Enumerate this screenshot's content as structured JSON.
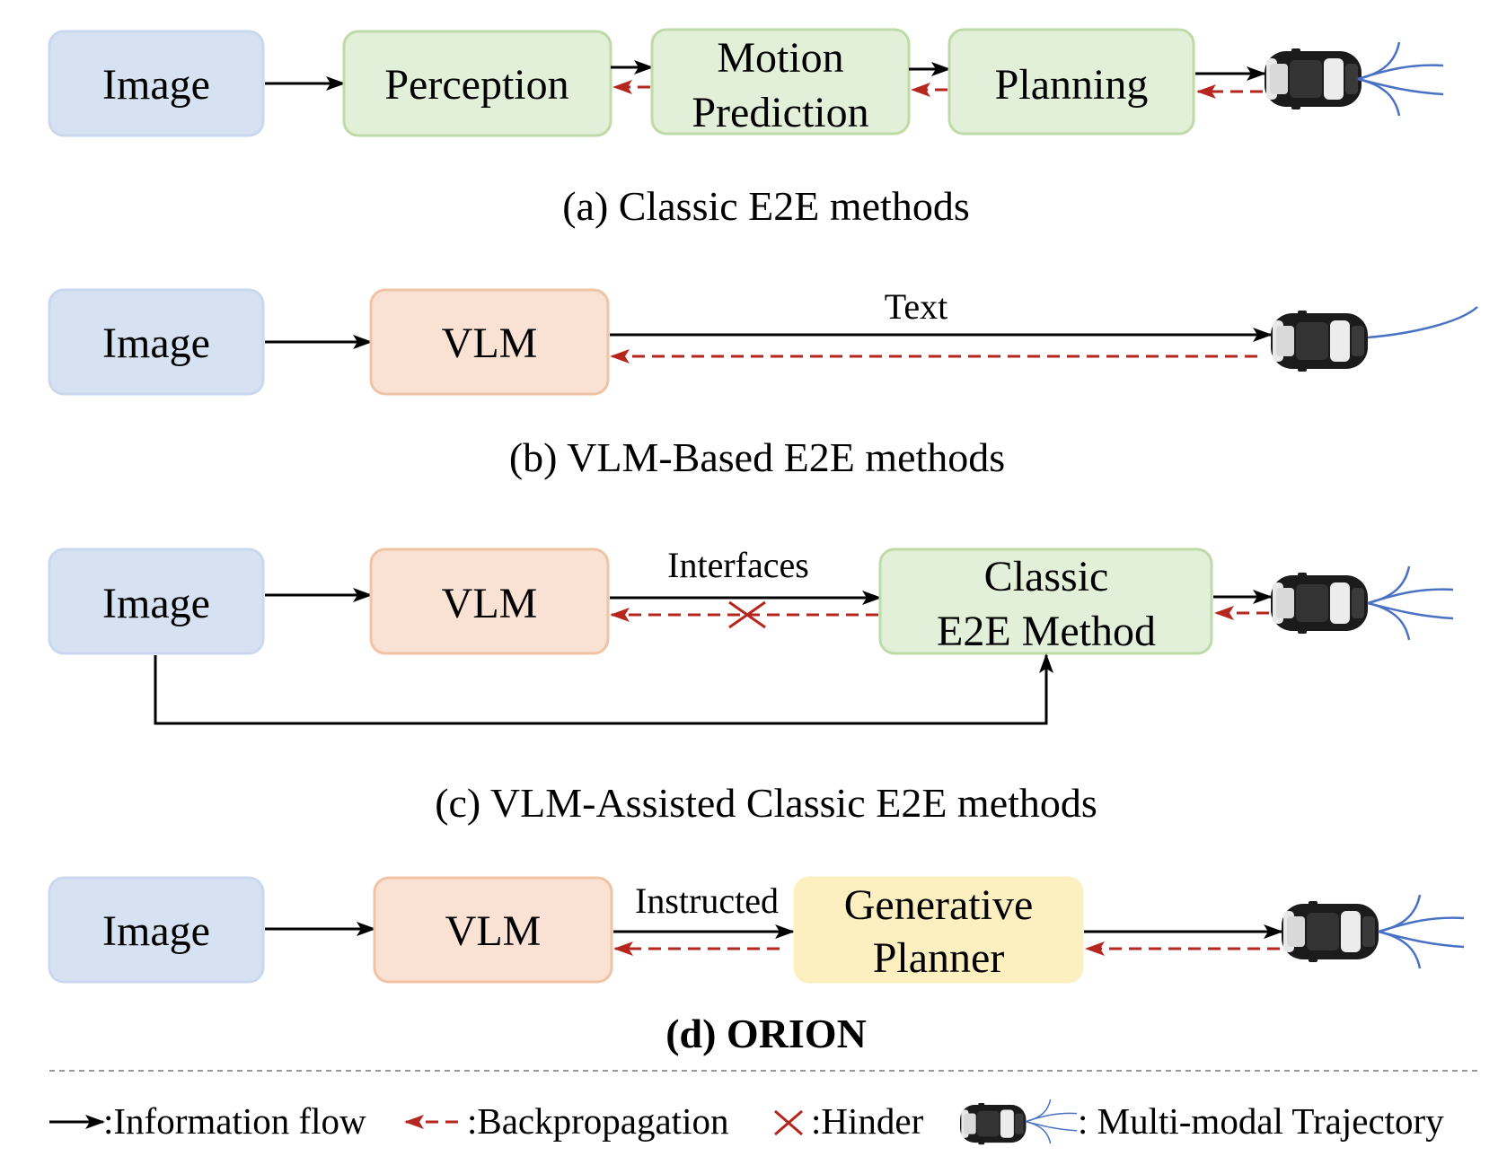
{
  "colors": {
    "image_fill": "#d6e2f2",
    "image_stroke": "#c9d8ee",
    "green_fill": "#e3f0d9",
    "green_stroke": "#bedaa6",
    "vlm_fill": "#f9e1d3",
    "vlm_stroke": "#efc3a4",
    "gen_fill": "#fcefc0",
    "arrow": "#000000",
    "backprop": "#b5261e",
    "trajectory": "#4a72c4"
  },
  "panels": {
    "a": {
      "image": "Image",
      "perception": "Perception",
      "motion_line1": "Motion",
      "motion_line2": "Prediction",
      "planning": "Planning",
      "caption": "(a) Classic E2E methods"
    },
    "b": {
      "image": "Image",
      "vlm": "VLM",
      "text": "Text",
      "caption": "(b) VLM-Based E2E methods"
    },
    "c": {
      "image": "Image",
      "vlm": "VLM",
      "interfaces": "Interfaces",
      "classic_line1": "Classic",
      "classic_line2": "E2E Method",
      "caption": "(c) VLM-Assisted Classic E2E methods"
    },
    "d": {
      "image": "Image",
      "vlm": "VLM",
      "instructed": "Instructed",
      "gen_line1": "Generative",
      "gen_line2": "Planner",
      "caption": "(d) ORION"
    }
  },
  "legend": {
    "info_flow": ":Information flow",
    "backprop": ":Backpropagation",
    "hinder": ":Hinder",
    "trajectory": ": Multi-modal Trajectory"
  },
  "icons": [
    "car-icon",
    "trajectory-icon",
    "hinder-x-icon"
  ]
}
